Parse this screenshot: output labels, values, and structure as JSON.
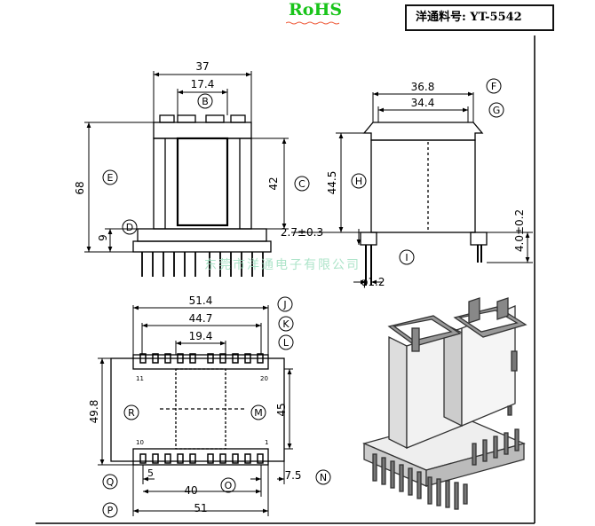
{
  "header": {
    "rohs": "RoHS",
    "part_label": "洋通料号:",
    "part_number": "YT-5542"
  },
  "watermark": "东莞市洋通电子有限公司",
  "front_view": {
    "dims": [
      "37",
      "17.4",
      "68",
      "42",
      "9"
    ],
    "letters": [
      "B",
      "E",
      "C",
      "D"
    ]
  },
  "side_view": {
    "dims": [
      "36.8",
      "34.4",
      "44.5",
      "2.7±0.3",
      "4.0±0.2",
      "φ1.2"
    ],
    "letters": [
      "F",
      "G",
      "H",
      "I"
    ]
  },
  "bottom_view": {
    "dims": [
      "51.4",
      "44.7",
      "19.4",
      "49.8",
      "45",
      "5",
      "40",
      "7.5",
      "51"
    ],
    "letters": [
      "J",
      "K",
      "L",
      "R",
      "M",
      "Q",
      "O",
      "N",
      "P"
    ],
    "pin_labels": [
      "11",
      "20",
      "10",
      "1"
    ]
  }
}
